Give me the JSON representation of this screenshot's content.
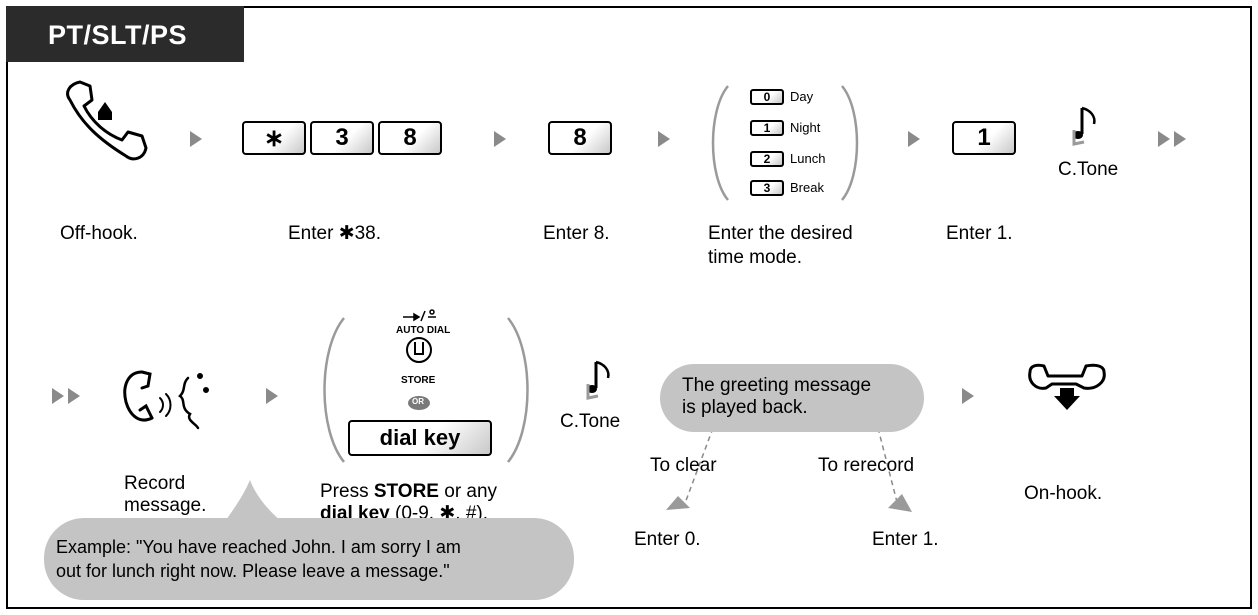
{
  "header": {
    "mode_label": "PT/SLT/PS"
  },
  "step1": {
    "caption_offhook": "Off-hook.",
    "feature_keys": [
      "∗",
      "3",
      "8"
    ],
    "caption_enter38": "Enter ✱38.",
    "key_8": "8",
    "caption_enter8": "Enter 8.",
    "time_modes": [
      {
        "key": "0",
        "label": "Day"
      },
      {
        "key": "1",
        "label": "Night"
      },
      {
        "key": "2",
        "label": "Lunch"
      },
      {
        "key": "3",
        "label": "Break"
      }
    ],
    "caption_timemode_line1": "Enter the desired",
    "caption_timemode_line2": "time mode.",
    "key_1": "1",
    "caption_enter1": "Enter 1.",
    "ctone_label": "C.Tone"
  },
  "step2": {
    "record_line1": "Record",
    "record_line2": "message.",
    "autodial_label": "AUTO DIAL",
    "store_label": "STORE",
    "or_label": "OR",
    "dial_key_label": "dial key",
    "press_line1_pre": "Press ",
    "press_line1_bold": "STORE",
    "press_line1_post": " or any",
    "press_line2_bold": "dial key",
    "press_line2_post": " (0-9, ✱, #).",
    "ctone_label": "C.Tone",
    "playback_line1": "The greeting message",
    "playback_line2": "is played back.",
    "to_clear": "To clear",
    "to_rerecord": "To rerecord",
    "enter0": "Enter 0.",
    "enter1": "Enter 1.",
    "onhook": "On-hook.",
    "example_line1": "Example: \"You have reached John. I am sorry I am",
    "example_line2": "out for lunch right now. Please leave a message.\""
  }
}
